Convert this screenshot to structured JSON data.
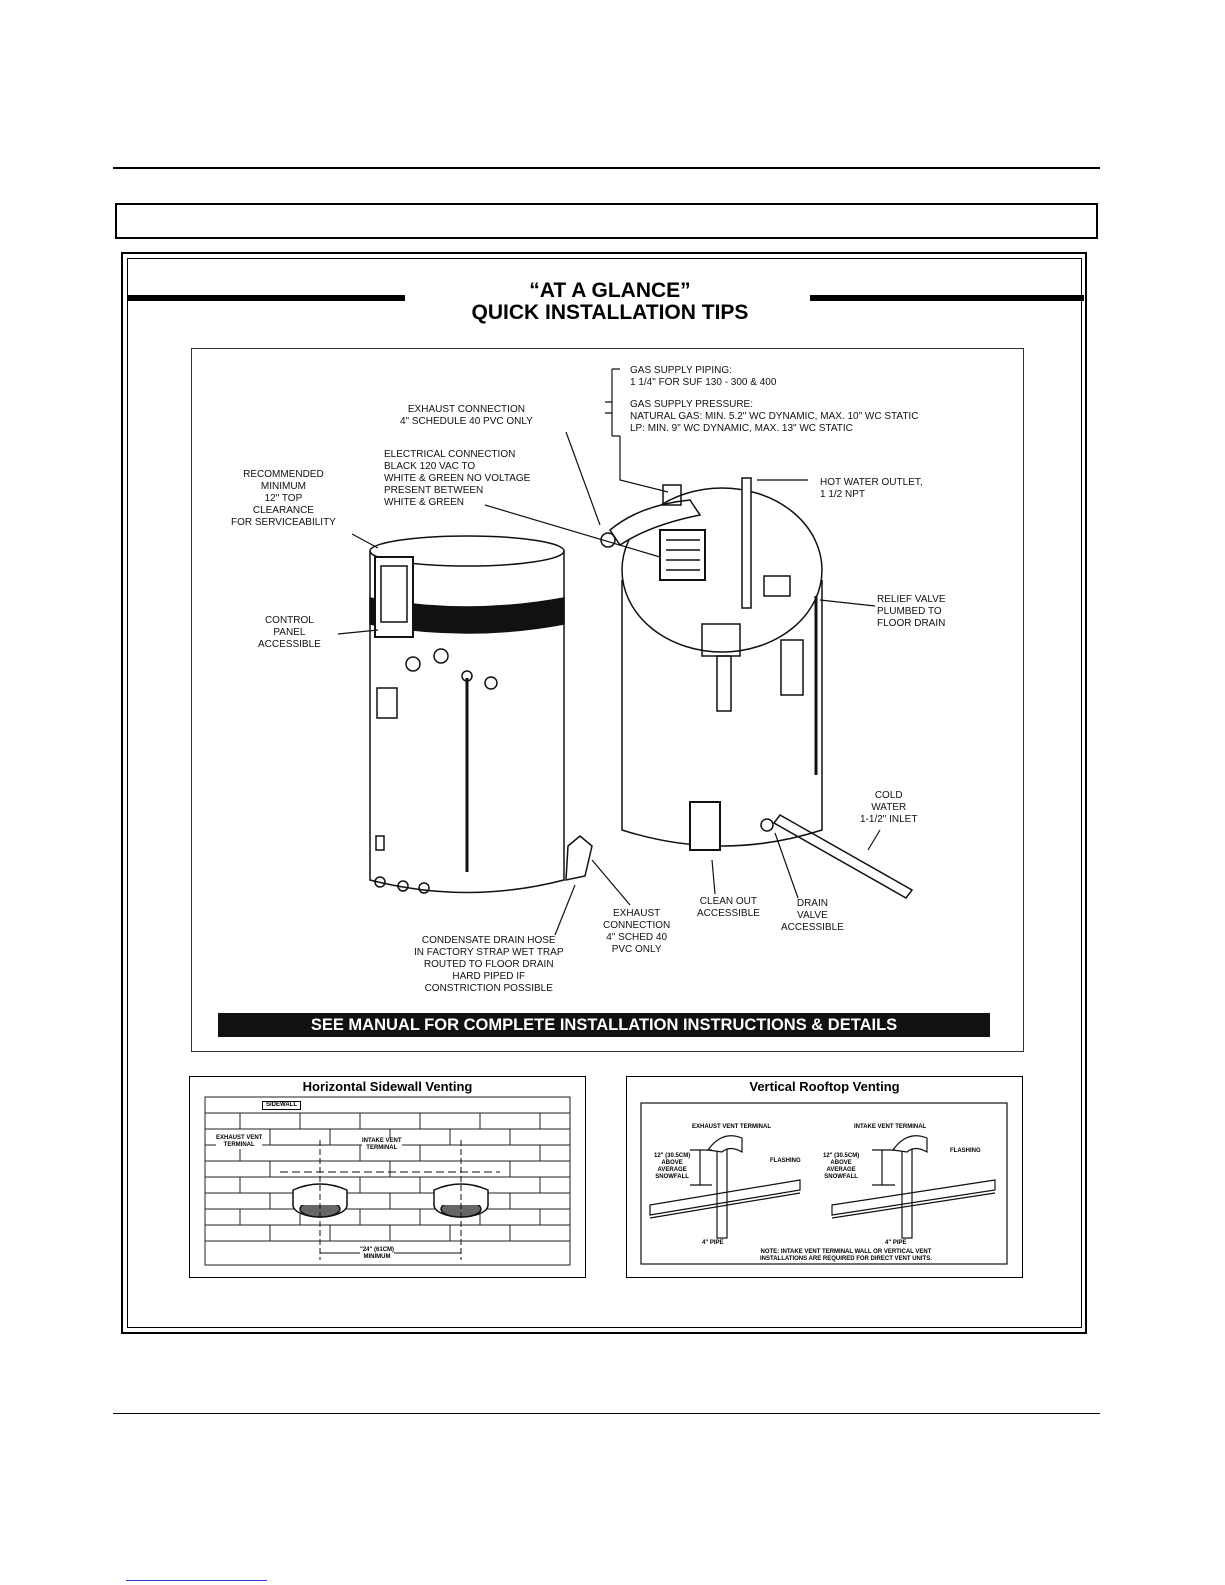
{
  "header": {
    "title_box_text": ""
  },
  "title": {
    "line1": "“AT A GLANCE”",
    "line2": "QUICK INSTALLATION TIPS"
  },
  "labels": {
    "gas_piping": "GAS SUPPLY PIPING:\n1 1/4\" FOR SUF 130 - 300 & 400",
    "gas_pressure": "GAS SUPPLY PRESSURE:\nNATURAL GAS: MIN. 5.2\" WC DYNAMIC, MAX. 10\" WC STATIC\nLP: MIN. 9\" WC DYNAMIC, MAX. 13\" WC STATIC",
    "exhaust_top": "EXHAUST CONNECTION\n4\" SCHEDULE 40 PVC ONLY",
    "electrical": "ELECTRICAL CONNECTION\nBLACK 120 VAC TO\nWHITE & GREEN NO VOLTAGE\nPRESENT BETWEEN\nWHITE & GREEN",
    "clearance": "RECOMMENDED\nMINIMUM\n12\" TOP\nCLEARANCE\nFOR SERVICEABILITY",
    "hot_water": "HOT WATER OUTLET,\n1 1/2 NPT",
    "control_panel": "CONTROL\nPANEL\nACCESSIBLE",
    "relief_valve": "RELIEF VALVE\nPLUMBED TO\nFLOOR DRAIN",
    "cold_water": "COLD\nWATER\n1-1/2\" INLET",
    "clean_out": "CLEAN OUT\nACCESSIBLE",
    "drain_valve": "DRAIN\nVALVE\nACCESSIBLE",
    "exhaust_bottom": "EXHAUST\nCONNECTION\n4\" SCHED 40\nPVC ONLY",
    "condensate": "CONDENSATE DRAIN HOSE\nIN FACTORY STRAP WET TRAP\nROUTED TO FLOOR DRAIN\nHARD PIPED IF\nCONSTRICTION POSSIBLE"
  },
  "banner": "SEE MANUAL FOR COMPLETE INSTALLATION INSTRUCTIONS & DETAILS",
  "horizontal": {
    "title": "Horizontal Sidewall Venting",
    "sidewall": "SIDEWALL",
    "exhaust": "EXHAUST VENT\nTERMINAL",
    "intake": "INTAKE VENT\nTERMINAL",
    "spacing": "\"24\" (61cm)\nMINIMUM"
  },
  "vertical": {
    "title": "Vertical Rooftop Venting",
    "exhaust": "EXHAUST VENT TERMINAL",
    "intake": "INTAKE VENT TERMINAL",
    "above1": "12\" (30.5cm)\nABOVE\nAVERAGE\nSNOWFALL",
    "above2": "12\" (30.5cm)\nABOVE\nAVERAGE\nSNOWFALL",
    "flashing1": "FLASHING",
    "flashing2": "FLASHING",
    "pipe1": "4\" PIPE",
    "pipe2": "4\" PIPE",
    "note": "NOTE: Intake Vent Terminal wall or Vertical Vent\nInstallations are required for Direct Vent units."
  },
  "colors": {
    "ink": "#000000",
    "banner_bg": "#111111",
    "link_underline": "#3333cc"
  }
}
